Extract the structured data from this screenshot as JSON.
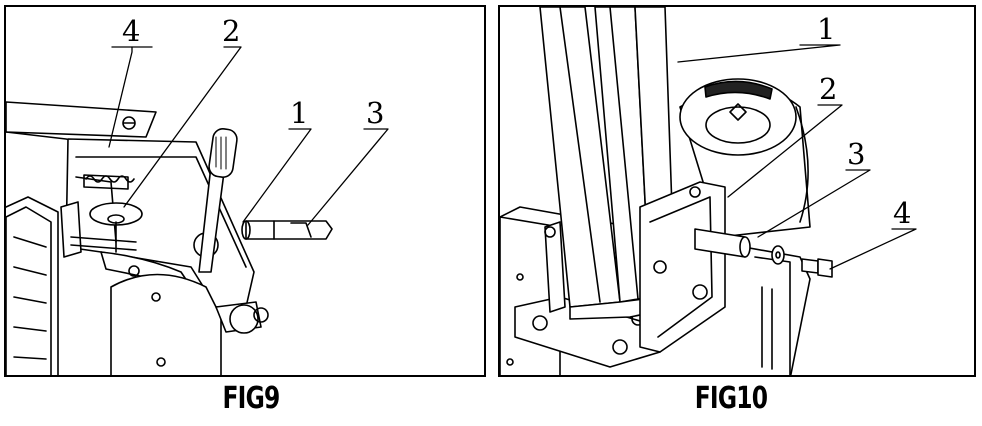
{
  "figures": [
    {
      "caption": "FIG9",
      "callouts": [
        "4",
        "2",
        "1",
        "3"
      ]
    },
    {
      "caption": "FIG10",
      "callouts": [
        "1",
        "2",
        "3",
        "4"
      ]
    }
  ]
}
